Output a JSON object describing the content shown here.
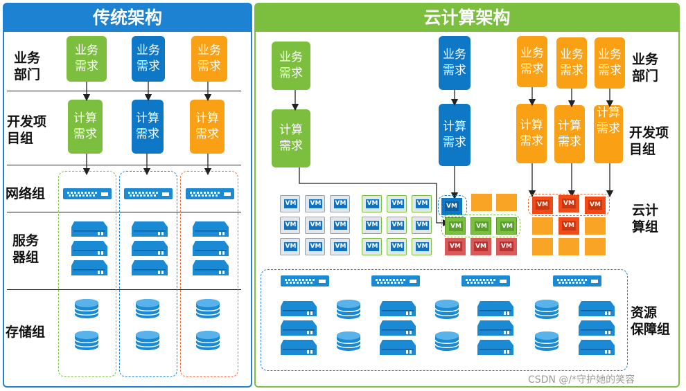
{
  "traditional": {
    "title": "传统架构",
    "rows": [
      "业务\n部门",
      "开发项\n目组",
      "网络组",
      "服务\n器组",
      "存储组"
    ],
    "business_boxes": [
      {
        "text": "业务\n需求",
        "color": "#7cbf3e"
      },
      {
        "text": "业务\n需求",
        "color": "#0e78c7"
      },
      {
        "text": "业务\n需求",
        "color": "#f9a014"
      }
    ],
    "compute_boxes": [
      {
        "text": "计算\n需求",
        "color": "#7cbf3e"
      },
      {
        "text": "计算\n需求",
        "color": "#0e78c7"
      },
      {
        "text": "计算\n需求",
        "color": "#f9a014"
      }
    ]
  },
  "cloud": {
    "title": "云计算架构",
    "rows": [
      "业务\n部门",
      "开发项\n目组",
      "云计\n算组",
      "资源\n保障组"
    ],
    "business_boxes": [
      {
        "text": "业务\n需求",
        "color": "#7cbf3e"
      },
      {
        "text": "业务\n需求",
        "color": "#0e78c7"
      },
      {
        "text": "业务\n需求",
        "color": "#f9a014"
      },
      {
        "text": "业务\n需求",
        "color": "#f9a014"
      },
      {
        "text": "业务\n需求",
        "color": "#f9a014"
      }
    ],
    "compute_boxes": [
      {
        "text": "计算\n需求",
        "color": "#7cbf3e"
      },
      {
        "text": "计算\n需求",
        "color": "#0e78c7"
      },
      {
        "text": "计算\n需求",
        "color": "#f9a014"
      },
      {
        "text": "计算\n需求",
        "color": "#f9a014"
      },
      {
        "text": "计算\n需求",
        "color": "#f9a014"
      }
    ],
    "vm_label": "VM"
  },
  "colors": {
    "traditional_header": "#1e82d2",
    "cloud_header": "#7cbf3e",
    "green": "#7cbf3e",
    "blue": "#0e78c7",
    "orange": "#f9a014",
    "server_blue": "#1a8ad4"
  },
  "icons": [
    "network-switch-icon",
    "server-icon",
    "database-icon",
    "vm-icon"
  ],
  "watermark": "CSDN @/*守护她的笑容"
}
